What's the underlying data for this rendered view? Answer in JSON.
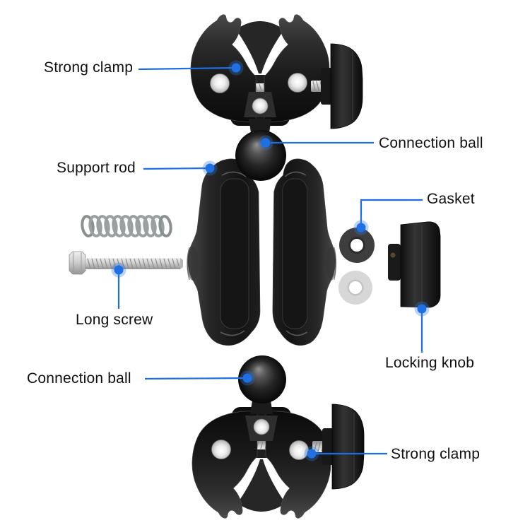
{
  "meta": {
    "background": "#ffffff",
    "accent_blue": "#1c6ee2",
    "text_color": "#101010"
  },
  "labels": {
    "strong_clamp_top": "Strong clamp",
    "connection_ball_top": "Connection ball",
    "support_rod": "Support rod",
    "gasket": "Gasket",
    "long_screw": "Long screw",
    "locking_knob": "Locking knob",
    "connection_ball_bottom": "Connection ball",
    "strong_clamp_bottom": "Strong clamp"
  }
}
